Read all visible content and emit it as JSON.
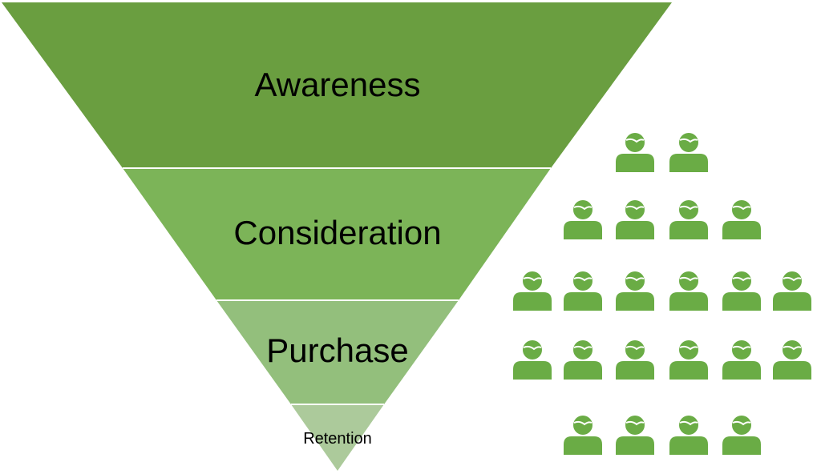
{
  "funnel": {
    "stages": [
      {
        "label": "Awareness",
        "color": "#6a9e40"
      },
      {
        "label": "Consideration",
        "color": "#7cb458"
      },
      {
        "label": "Purchase",
        "color": "#93bf7c"
      },
      {
        "label": "Retention",
        "color": "#acca9b"
      }
    ],
    "divider_color": "#ffffff"
  },
  "people": {
    "icon": "person-icon",
    "color": "#6aac45",
    "rows": [
      2,
      4,
      6,
      6,
      4
    ]
  }
}
